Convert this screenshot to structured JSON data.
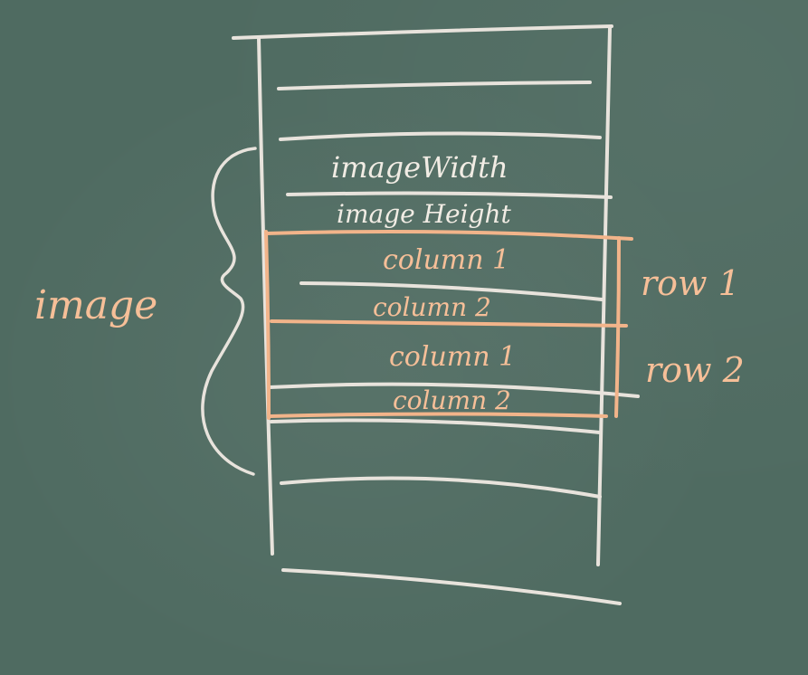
{
  "labels": {
    "field_width": "imageWidth",
    "field_height": "image Height",
    "row1_col1": "column 1",
    "row1_col2": "column 2",
    "row2_col1": "column 1",
    "row2_col2": "column 2",
    "row1": "row 1",
    "row2": "row 2",
    "group": "image"
  },
  "colors": {
    "board": "#4f6b61",
    "chalk_white": "#e8e3dc",
    "chalk_orange": "#f2b48a"
  }
}
